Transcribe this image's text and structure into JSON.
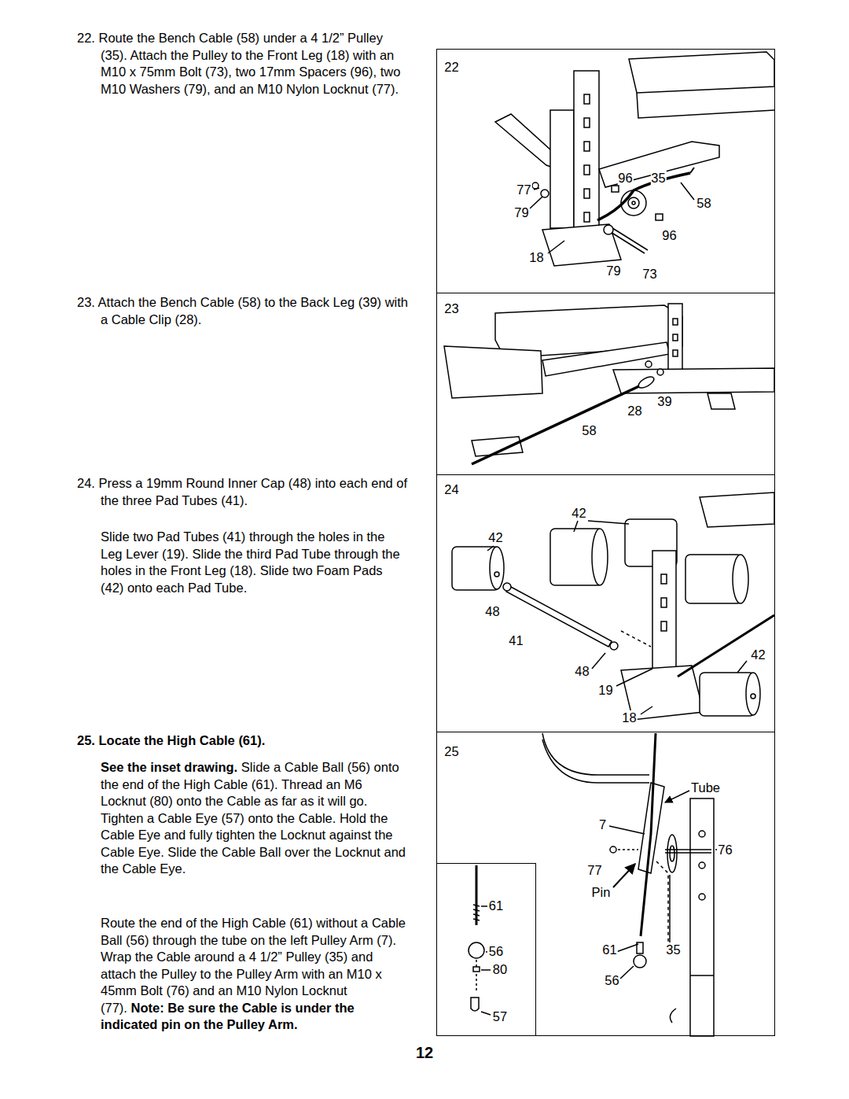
{
  "diagram": {
    "nodes": [
      {
        "text": [
          "22",
          "96",
          "35",
          "77",
          "58",
          "79",
          "96",
          "18",
          "79",
          "73"
        ]
      },
      {
        "text": [
          "23",
          "39",
          "28",
          "58"
        ]
      },
      {
        "text": [
          "24",
          "42",
          "42",
          "48",
          "41",
          "42",
          "48",
          "19",
          "18"
        ]
      },
      {
        "text": [
          "25",
          "Tube",
          "7",
          "76",
          "77",
          "Pin",
          "61",
          "35",
          "56"
        ]
      },
      {
        "text": [
          "61",
          "56",
          "80",
          "57"
        ],
        "in": 3
      }
    ],
    "labels": [
      "22. Route the Bench Cable (58) under a 4 1/2” Pulley (35). Attach the Pulley to the Front Leg (18) with an M10 x 75mm Bolt (73), two 17mm Spacers (96), two M10 Washers (79), and an M10 Nylon Locknut (77).",
      "23. Attach the Bench Cable (58) to the Back Leg (39) with a Cable Clip (28).",
      "24. Press a 19mm Round Inner Cap (48) into each end of the three Pad Tubes (41).",
      "Slide two Pad Tubes (41) through the holes in the Leg Lever (19). Slide the third Pad Tube through the holes in the Front Leg (18). Slide two Foam Pads (42) onto each Pad Tube.",
      "25. Locate the High Cable (61).",
      "See the inset drawing.",
      "Slide a Cable Ball (56) onto the end of the High Cable (61). Thread an M6 Locknut (80) onto the Cable as far as it will go. Tighten a Cable Eye (57) onto the Cable. Hold the Cable Eye and fully tighten the Locknut against the Cable Eye. Slide the Cable Ball over the Locknut and the Cable Eye.",
      "Route the end of the High Cable (61) without a Cable Ball (56) through the tube on the left Pulley Arm (7). Wrap the Cable around a 4 1/2” Pulley (35) and attach the Pulley to the Pulley Arm with an M10 x 45mm Bolt (76) and an M10 Nylon Locknut (77).",
      "Note: Be sure the Cable is under the indicated pin on the Pulley Arm.",
      "12"
    ]
  }
}
